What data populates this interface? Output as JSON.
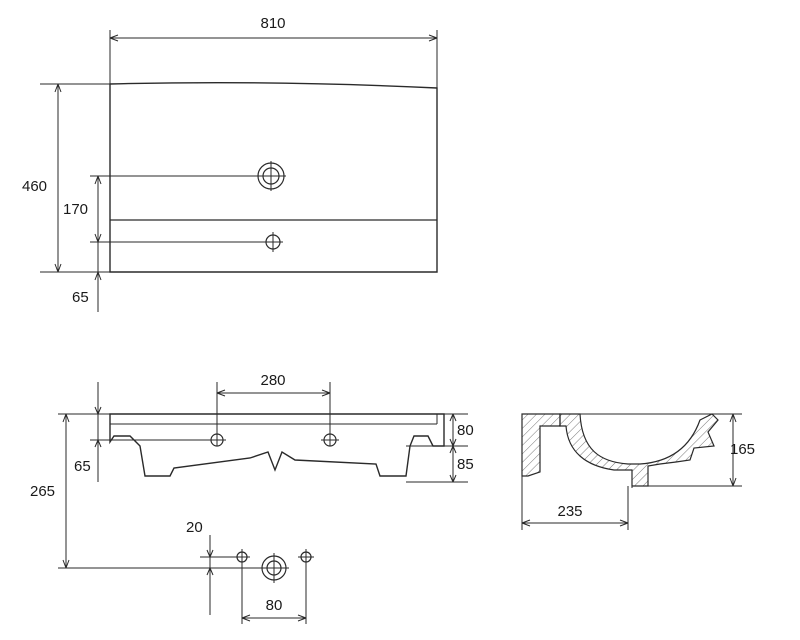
{
  "dimensions": {
    "width": "810",
    "depth": "460",
    "tap_hole_offset": "170",
    "overflow_offset": "65",
    "centre_distance": "280",
    "rim_height": "80",
    "bowl_depth": "85",
    "bracket_offset": "65",
    "total_height": "265",
    "waste_offset": "20",
    "waste_spacing": "80",
    "section_height": "165",
    "section_depth": "235"
  },
  "colors": {
    "line": "#2a2a2a",
    "background": "#ffffff"
  }
}
